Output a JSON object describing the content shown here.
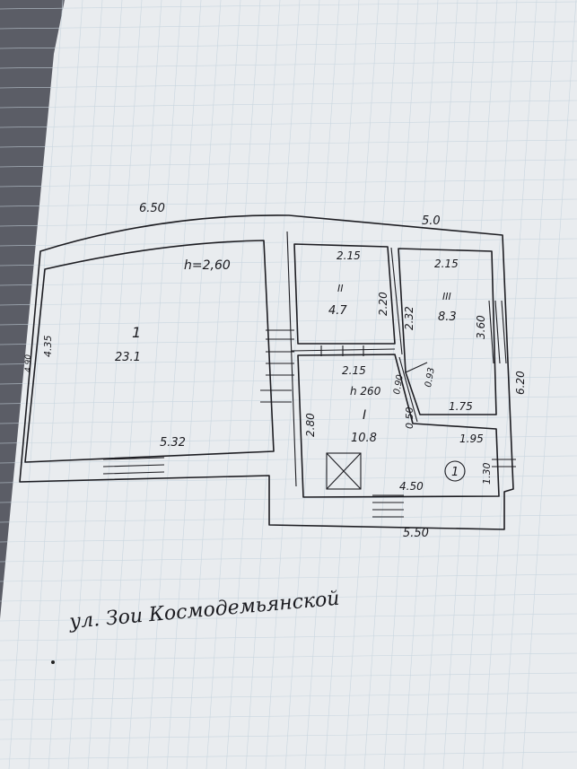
{
  "plan": {
    "dims": {
      "top_left": "6.50",
      "top_right": "5.0",
      "left_side": "4.35",
      "left_outer": "4.90",
      "room1_top": "2.15",
      "room3_top": "2.15",
      "room2_side": "2.20",
      "room3_left": "2.32",
      "room3_right": "3.60",
      "right_outer": "6.20",
      "mid": "2.15",
      "height": "h 260",
      "diag1": "0.90",
      "diag2": "0.93",
      "v050": "0.50",
      "v175": "1.75",
      "v195": "1.95",
      "left_vert": "2.80",
      "corr_w": "4.50",
      "corr_h": "1.30",
      "bottom": "5.50",
      "room_bottom": "5.32"
    },
    "rooms": {
      "r1_num": "1",
      "r1_area": "23.1",
      "r1_height": "h=2,60",
      "r2_num": "II",
      "r2_area": "4.7",
      "r3_num": "III",
      "r3_area": "8.3",
      "r4_num": "I",
      "r4_area": "10.8"
    },
    "marker": "1"
  },
  "address": "ул. Зои Космодемьянской"
}
